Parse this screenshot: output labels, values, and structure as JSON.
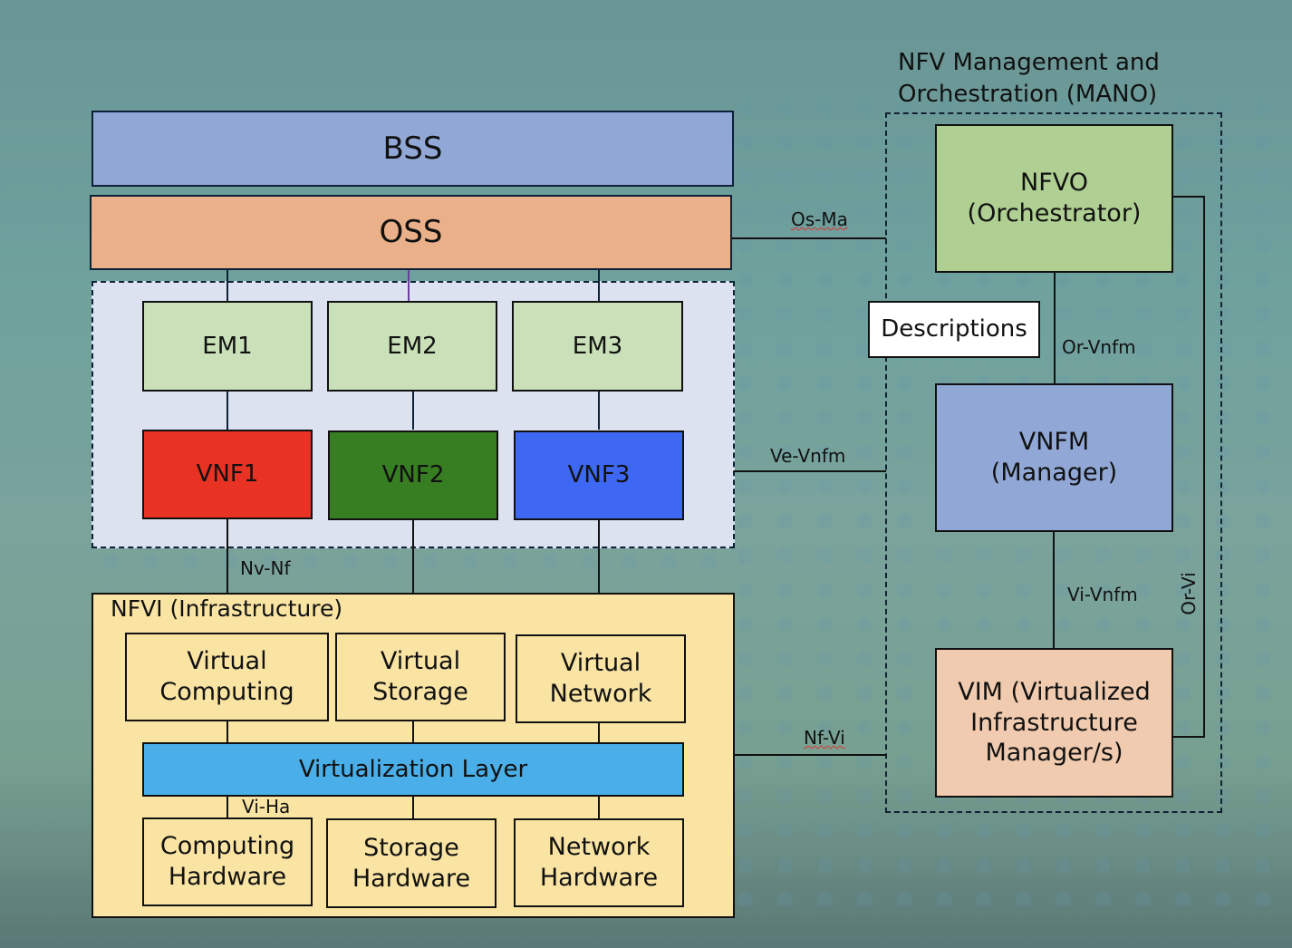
{
  "diagram": {
    "mano": {
      "title_line1": "NFV Management and",
      "title_line2": "Orchestration (MANO)",
      "nfvo": {
        "line1": "NFVO",
        "line2": "(Orchestrator)"
      },
      "vnfm": {
        "line1": "VNFM",
        "line2": "(Manager)"
      },
      "vim": {
        "line1": "VIM (Virtualized",
        "line2": "Infrastructure",
        "line3": "Manager/s)"
      },
      "descriptions": "Descriptions"
    },
    "bss": "BSS",
    "oss": "OSS",
    "ems": [
      "EM1",
      "EM2",
      "EM3"
    ],
    "vnfs": [
      "VNF1",
      "VNF2",
      "VNF3"
    ],
    "nfvi": {
      "title": "NFVI (Infrastructure)",
      "virtual": [
        {
          "line1": "Virtual",
          "line2": "Computing"
        },
        {
          "line1": "Virtual",
          "line2": "Storage"
        },
        {
          "line1": "Virtual",
          "line2": "Network"
        }
      ],
      "virtualization_layer": "Virtualization Layer",
      "hardware": [
        {
          "line1": "Computing",
          "line2": "Hardware"
        },
        {
          "line1": "Storage",
          "line2": "Hardware"
        },
        {
          "line1": "Network",
          "line2": "Hardware"
        }
      ]
    },
    "reference_points": {
      "os_ma": "Os-Ma",
      "ve_vnfm": "Ve-Vnfm",
      "nf_vi": "Nf-Vi",
      "or_vnfm": "Or-Vnfm",
      "vi_vnfm": "Vi-Vnfm",
      "or_vi": "Or-Vi",
      "nv_nf": "Nv-Nf",
      "vi_ha": "Vi-Ha"
    },
    "colors": {
      "bss": "#91a8d6",
      "oss": "#e9b089",
      "em": "#c9e0b8",
      "vnf1": "#e83224",
      "vnf2": "#377d22",
      "vnf3": "#3e68f4",
      "vnf_area": "#dce2f0",
      "nfvi": "#fae4a4",
      "virtualization_layer": "#4aaee8",
      "nfvo": "#b0cf93",
      "vnfm": "#91a8d6",
      "vim": "#f0cbaf"
    }
  }
}
